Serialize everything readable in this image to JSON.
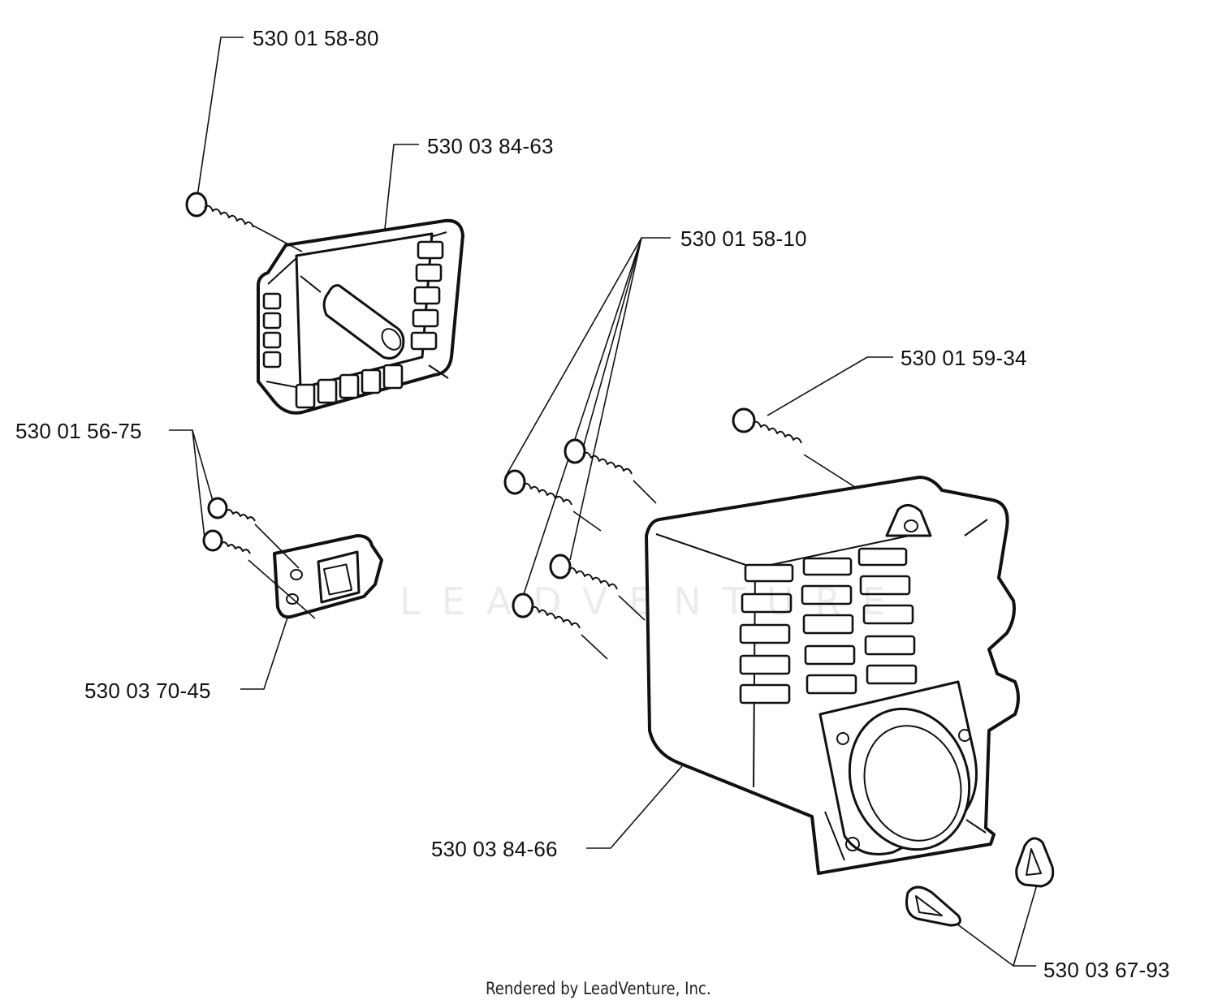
{
  "diagram": {
    "parts": [
      {
        "id": "p1",
        "number": "530 01 58-80"
      },
      {
        "id": "p2",
        "number": "530 03 84-63"
      },
      {
        "id": "p3",
        "number": "530 01 58-10"
      },
      {
        "id": "p4",
        "number": "530 01 59-34"
      },
      {
        "id": "p5",
        "number": "530 01 56-75"
      },
      {
        "id": "p6",
        "number": "530 03 70-45"
      },
      {
        "id": "p7",
        "number": "530 03 84-66"
      },
      {
        "id": "p8",
        "number": "530 03 67-93"
      }
    ],
    "watermark": "LEADVENTURE",
    "footer": "Rendered by LeadVenture, Inc."
  }
}
